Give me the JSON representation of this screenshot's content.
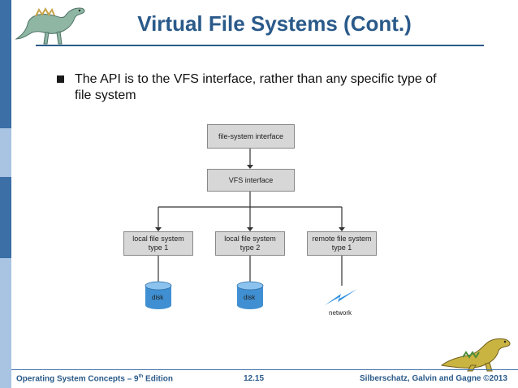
{
  "slide": {
    "title": "Virtual File Systems (Cont.)",
    "bullet": "The API is to the VFS interface, rather than any specific type of file system"
  },
  "diagram": {
    "fs_interface": "file-system interface",
    "vfs_interface": "VFS interface",
    "local1_line1": "local file system",
    "local1_line2": "type 1",
    "local2_line1": "local file system",
    "local2_line2": "type 2",
    "remote_line1": "remote file system",
    "remote_line2": "type 1",
    "disk1": "disk",
    "disk2": "disk",
    "network": "network"
  },
  "footer": {
    "left_prefix": "Operating System Concepts – 9",
    "left_sup": "th",
    "left_suffix": " Edition",
    "center": "12.15",
    "right": "Silberschatz, Galvin and Gagne ©2013"
  },
  "colors": {
    "title": "#2a5a8a",
    "sidebar_dark": "#3b6fa6",
    "sidebar_light": "#a9c3e2",
    "box_fill": "#d7d7d7",
    "disk_fill": "#3f8fd2",
    "network_bolt": "#2d8fe0"
  },
  "icons": {
    "top_left": "dinosaur-icon",
    "bottom_right": "dinosaur-icon",
    "network": "lightning-bolt-icon",
    "disk": "disk-cylinder-icon"
  }
}
